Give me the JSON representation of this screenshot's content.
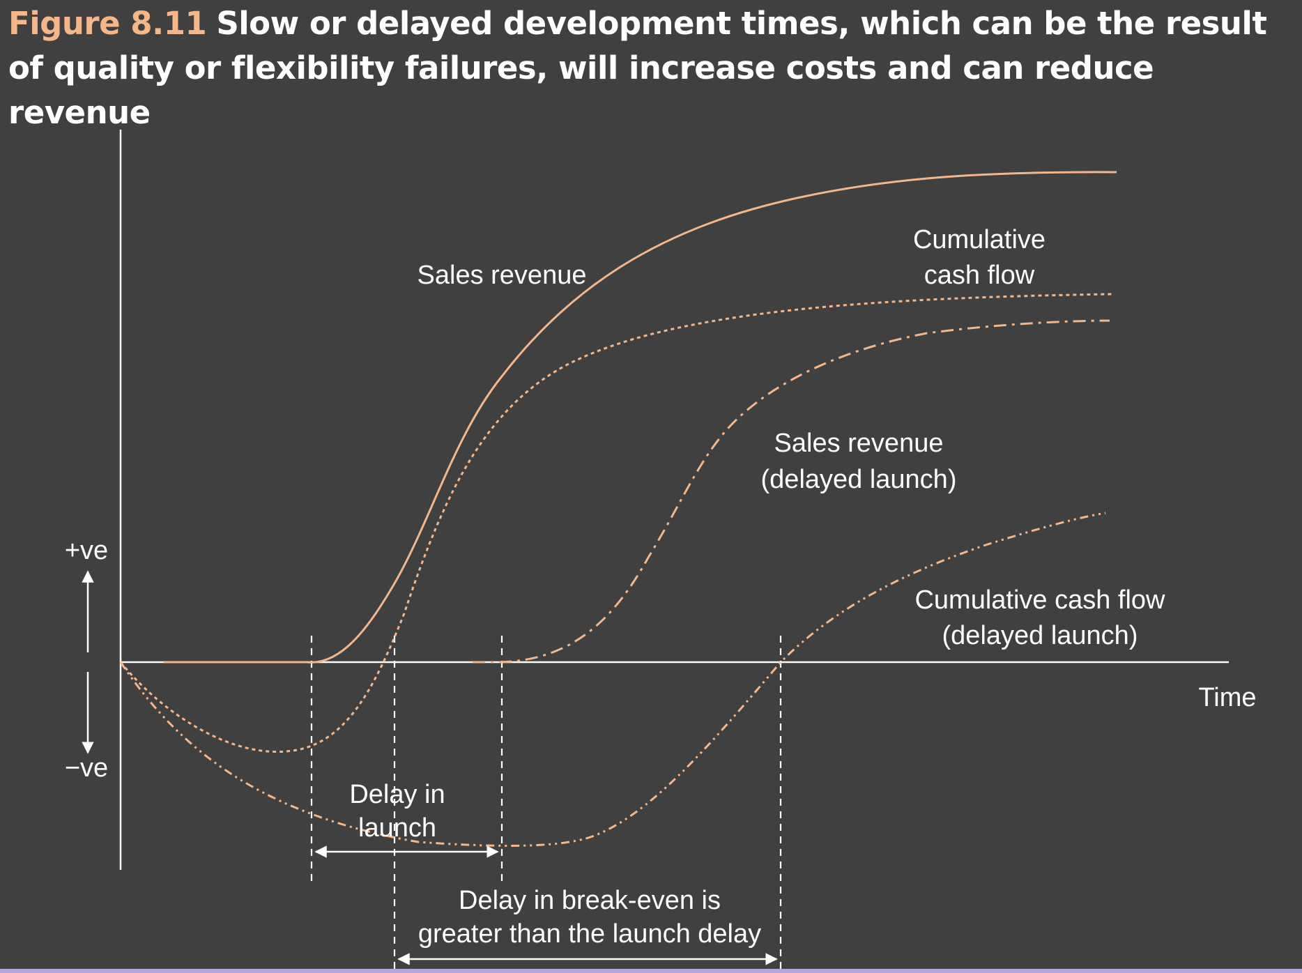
{
  "caption": {
    "figure_number": "Figure 8.11",
    "title": "Slow or delayed development times, which can be the result of quality or flexibility failures, will increase costs and can reduce revenue"
  },
  "axis": {
    "positive_label": "+ve",
    "negative_label": "−ve",
    "x_label": "Time"
  },
  "curves": {
    "sales_revenue": "Sales revenue",
    "cumulative_cash_flow": [
      "Cumulative",
      "cash flow"
    ],
    "sales_revenue_delayed": [
      "Sales revenue",
      "(delayed launch)"
    ],
    "cumulative_cash_flow_delayed": [
      "Cumulative cash flow",
      "(delayed launch)"
    ]
  },
  "annotations": {
    "delay_in_launch": [
      "Delay in",
      "launch"
    ],
    "delay_in_breakeven": [
      "Delay in break-even is",
      "greater than the launch delay"
    ]
  },
  "colors": {
    "background": "#404040",
    "accent": "#f5b68a",
    "axis": "#ffffff",
    "bottom_bar": "#b9a6d8"
  }
}
